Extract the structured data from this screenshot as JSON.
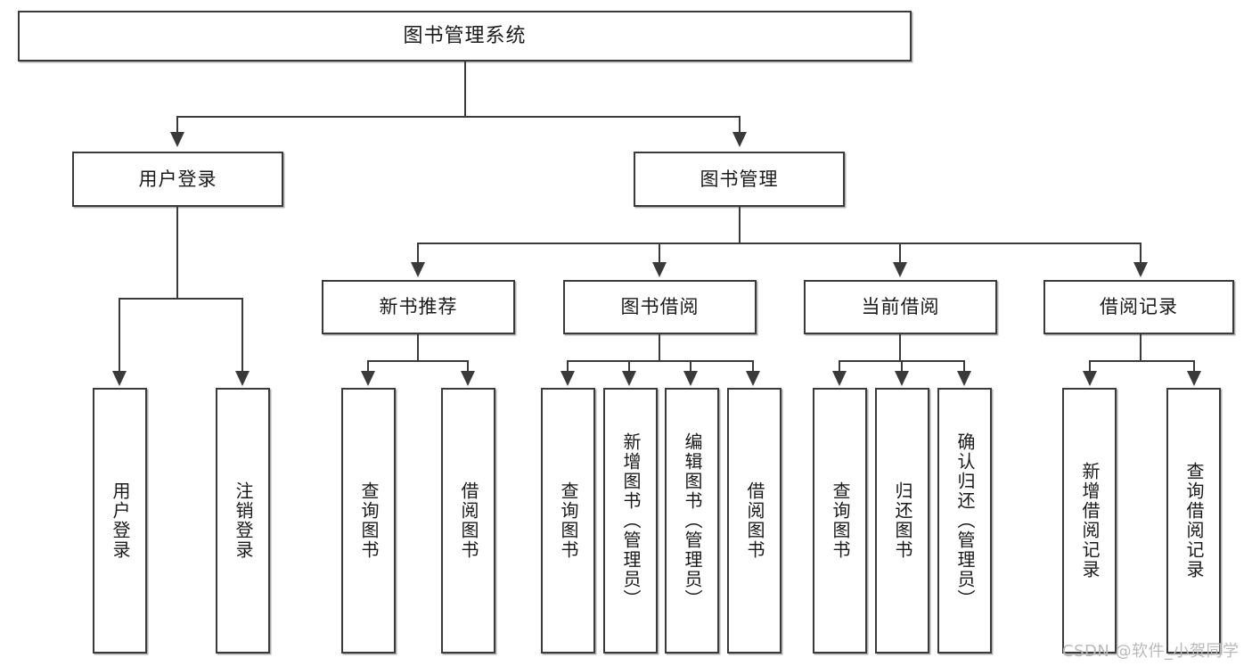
{
  "diagram": {
    "type": "tree-hierarchy",
    "title": "图书管理系统",
    "watermark": "CSDN @软件_小贺同学",
    "colors": {
      "box_border": "#3a3a3a",
      "box_fill": "#ffffff",
      "text": "#1a1a1a",
      "connector": "#3a3a3a",
      "watermark": "#b9b9b9",
      "background": "#ffffff"
    },
    "levels": {
      "root": "图书管理系统",
      "level2": [
        "用户登录",
        "图书管理"
      ],
      "level3": [
        "新书推荐",
        "图书借阅",
        "当前借阅",
        "借阅记录"
      ]
    },
    "nodes": {
      "root": {
        "label": "图书管理系统"
      },
      "user_login": {
        "label": "用户登录"
      },
      "book_mgmt": {
        "label": "图书管理"
      },
      "new_book_rec": {
        "label": "新书推荐"
      },
      "book_borrow": {
        "label": "图书借阅"
      },
      "current_borrow": {
        "label": "当前借阅"
      },
      "borrow_record": {
        "label": "借阅记录"
      },
      "leaf_user_login": {
        "label": "用户登录"
      },
      "leaf_logout": {
        "label": "注销登录"
      },
      "leaf_query_book_a": {
        "label": "查询图书"
      },
      "leaf_borrow_book_a": {
        "label": "借阅图书"
      },
      "leaf_query_book_b": {
        "label": "查询图书"
      },
      "leaf_add_book": {
        "label": "新增图书（管理员）"
      },
      "leaf_edit_book": {
        "label": "编辑图书（管理员）"
      },
      "leaf_borrow_book_b": {
        "label": "借阅图书"
      },
      "leaf_query_book_c": {
        "label": "查询图书"
      },
      "leaf_return_book": {
        "label": "归还图书"
      },
      "leaf_confirm_return": {
        "label": "确认归还（管理员）"
      },
      "leaf_add_record": {
        "label": "新增借阅记录"
      },
      "leaf_query_record": {
        "label": "查询借阅记录"
      }
    },
    "edges": [
      {
        "from": "root",
        "to": "用户登录"
      },
      {
        "from": "root",
        "to": "图书管理"
      },
      {
        "from": "用户登录",
        "to": "用户登录(叶)"
      },
      {
        "from": "用户登录",
        "to": "注销登录"
      },
      {
        "from": "图书管理",
        "to": "新书推荐"
      },
      {
        "from": "图书管理",
        "to": "图书借阅"
      },
      {
        "from": "图书管理",
        "to": "当前借阅"
      },
      {
        "from": "图书管理",
        "to": "借阅记录"
      },
      {
        "from": "新书推荐",
        "to": "查询图书"
      },
      {
        "from": "新书推荐",
        "to": "借阅图书"
      },
      {
        "from": "图书借阅",
        "to": "查询图书"
      },
      {
        "from": "图书借阅",
        "to": "新增图书（管理员）"
      },
      {
        "from": "图书借阅",
        "to": "编辑图书（管理员）"
      },
      {
        "from": "图书借阅",
        "to": "借阅图书"
      },
      {
        "from": "当前借阅",
        "to": "查询图书"
      },
      {
        "from": "当前借阅",
        "to": "归还图书"
      },
      {
        "from": "当前借阅",
        "to": "确认归还（管理员）"
      },
      {
        "from": "借阅记录",
        "to": "新增借阅记录"
      },
      {
        "from": "借阅记录",
        "to": "查询借阅记录"
      }
    ]
  }
}
